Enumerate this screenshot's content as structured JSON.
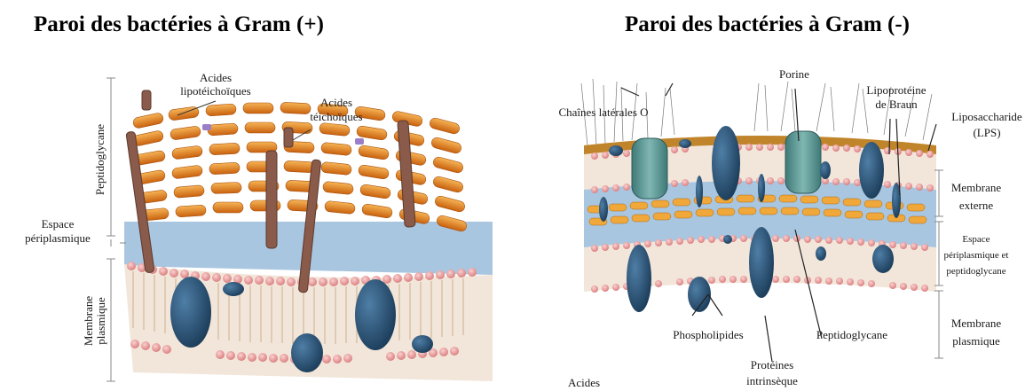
{
  "left": {
    "title": "Paroi des bactéries à Gram (+)",
    "labels": {
      "lipoteichoic_line1": "Acides",
      "lipoteichoic_line2": "lipotéichoïques",
      "teichoic_line1": "Acides",
      "teichoic_line2": "téichoïques",
      "peptidoglycane": "Peptidoglycane",
      "espace_line1": "Espace",
      "espace_line2": "périplasmique",
      "membrane_line1": "Membrane",
      "membrane_line2": "plasmique"
    }
  },
  "right": {
    "title": "Paroi des bactéries à Gram (-)",
    "labels": {
      "chaines": "Chaînes latérales O",
      "porine": "Porine",
      "lipoproteine_line1": "Lipoprotéine",
      "lipoproteine_line2": "de Braun",
      "lps_line1": "Liposaccharide",
      "lps_line2": "(LPS)",
      "membrane_ext_line1": "Membrane",
      "membrane_ext_line2": "externe",
      "espace_line1": "Espace",
      "espace_line2": "périplasmique et",
      "espace_line3": "peptidoglycane",
      "membrane_pl_line1": "Membrane",
      "membrane_pl_line2": "plasmique",
      "phospholipides": "Phospholipides",
      "peptidoglycane": "Peptidoglycane",
      "proteines_line1": "Protéines",
      "proteines_line2": "intrinsèque",
      "acides": "Acides"
    }
  },
  "colors": {
    "orange": "#e07a1e",
    "orange_light": "#f0a040",
    "periplasm": "#a9c6e0",
    "bead": "#e89a9a",
    "protein": "#2e5577",
    "porin": "#5f9a98",
    "rod": "#8a5a4a",
    "lps": "#c0842a"
  }
}
